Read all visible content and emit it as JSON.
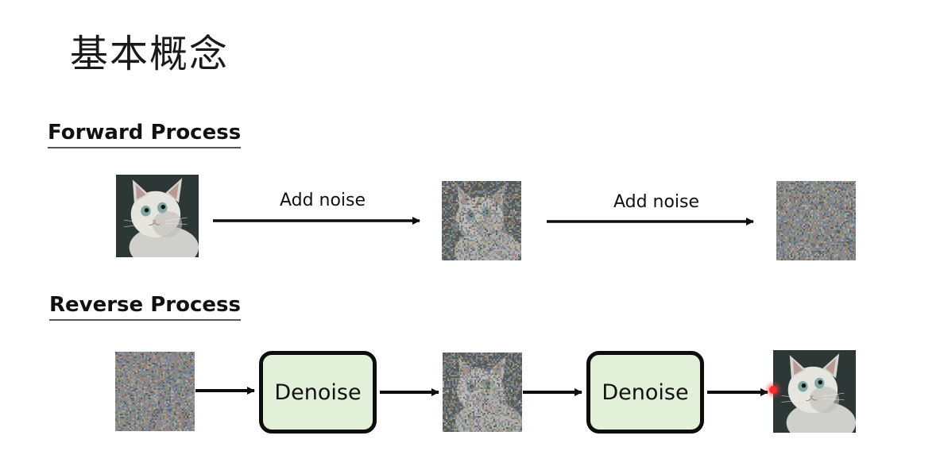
{
  "slide": {
    "title": "基本概念"
  },
  "forward": {
    "heading": "Forward Process",
    "arrow_labels": [
      "Add noise",
      "Add noise"
    ]
  },
  "reverse": {
    "heading": "Reverse Process",
    "box_labels": [
      "Denoise",
      "Denoise"
    ]
  },
  "colors": {
    "denoise_box_fill": "#e2efd9",
    "arrow": "#0d0d0d",
    "pointer": "#ff2a2a"
  },
  "icons": {
    "clean_image": "cat-image",
    "partial_noise_image": "noisy-cat-image",
    "full_noise_image": "pure-noise-image"
  }
}
